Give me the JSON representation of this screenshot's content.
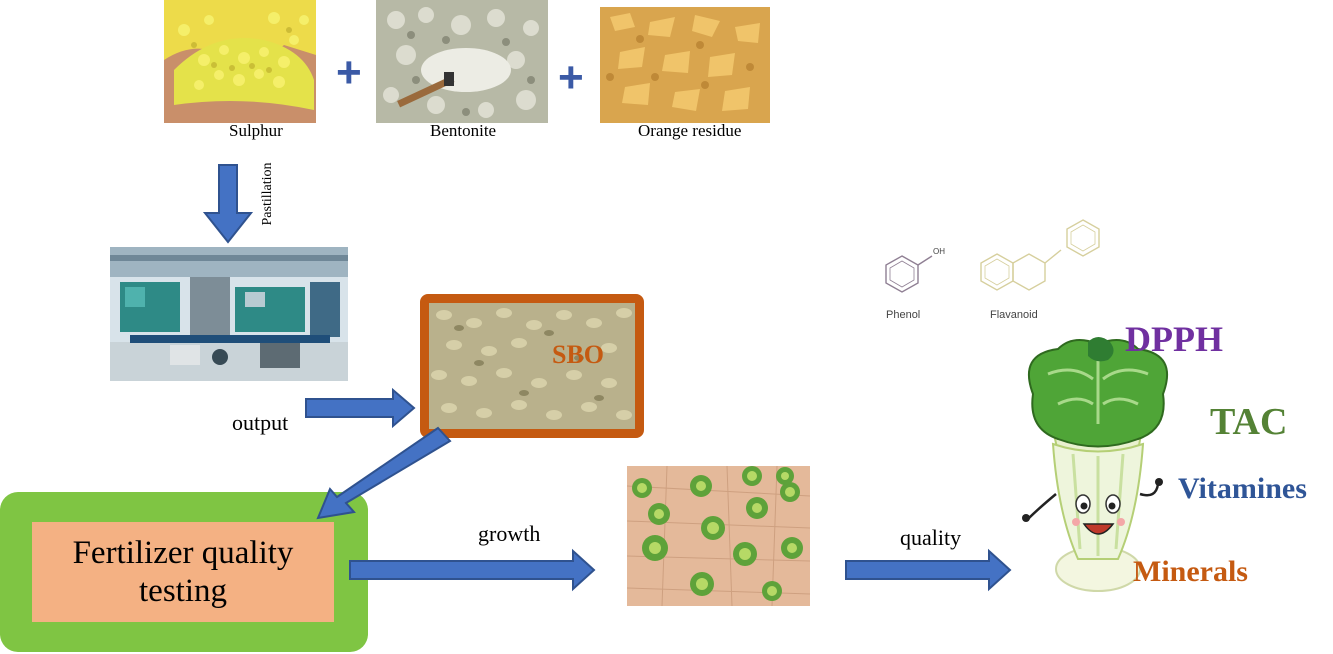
{
  "materials": [
    {
      "caption": "Sulphur"
    },
    {
      "caption": "Bentonite"
    },
    {
      "caption": "Orange residue"
    }
  ],
  "plus_sign": "+",
  "process": {
    "step": "Pastillation"
  },
  "product": {
    "label": "SBO",
    "color": "#c55a11"
  },
  "flow_labels": {
    "output": "output",
    "growth": "growth",
    "quality": "quality"
  },
  "testing": {
    "text": "Fertilizer quality testing"
  },
  "chemicals": {
    "phenol": "Phenol",
    "oh_group": "OH",
    "flavanoid": "Flavanoid"
  },
  "quality_metrics": [
    {
      "name": "DPPH",
      "color": "#7030a0"
    },
    {
      "name": "TAC",
      "color": "#548235"
    },
    {
      "name": "Vitamines",
      "color": "#2f5597"
    },
    {
      "name": "Minerals",
      "color": "#c55a11"
    }
  ],
  "colors": {
    "arrow_fill": "#4472c4",
    "arrow_stroke": "#2f528f",
    "testing_outer": "#7fc543",
    "testing_inner": "#f4b183"
  }
}
